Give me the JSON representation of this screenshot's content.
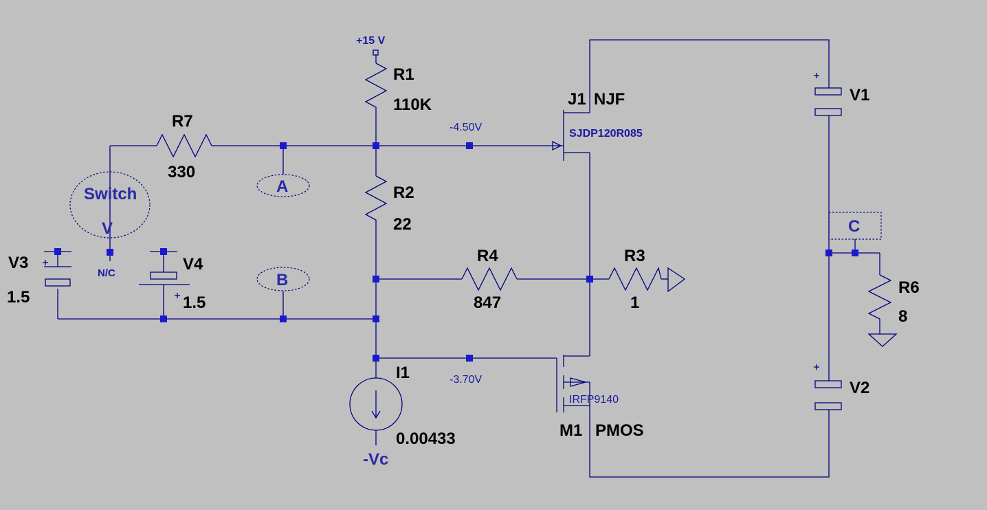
{
  "supply": {
    "label": "+15 V"
  },
  "components": {
    "r1": {
      "name": "R1",
      "value": "110K"
    },
    "r2": {
      "name": "R2",
      "value": "22"
    },
    "r3": {
      "name": "R3",
      "value": "1"
    },
    "r4": {
      "name": "R4",
      "value": "847"
    },
    "r6": {
      "name": "R6",
      "value": "8"
    },
    "r7": {
      "name": "R7",
      "value": "330"
    },
    "v1": {
      "name": "V1"
    },
    "v2": {
      "name": "V2"
    },
    "v3": {
      "name": "V3",
      "value": "1.5"
    },
    "v4": {
      "name": "V4",
      "value": "1.5"
    },
    "i1": {
      "name": "I1",
      "value": "0.00433"
    },
    "j1": {
      "name": "J1",
      "type": "NJF",
      "model": "SJDP120R085"
    },
    "m1": {
      "name": "M1",
      "type": "PMOS",
      "model": "IRFP9140"
    }
  },
  "nets": {
    "gate_j1": "-4.50V",
    "gate_m1": "-3.70V",
    "neg_supply": "-Vc",
    "node_a": "A",
    "node_b": "B",
    "node_c": "C",
    "switch_label": "Switch",
    "switch_v": "V",
    "switch_nc": "N/C"
  },
  "colors": {
    "background": "#c0c0c0",
    "wire": "#000080",
    "junction": "#1a1acc",
    "net_label": "#2a2aa8"
  }
}
